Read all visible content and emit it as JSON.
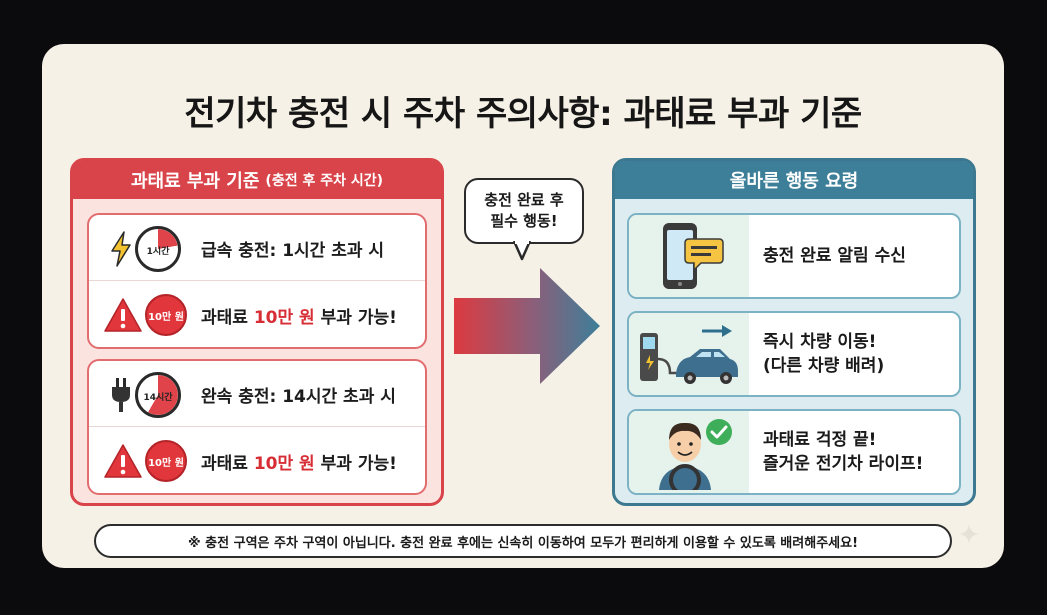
{
  "title": "전기차 충전 시 주차 주의사항: 과태료 부과 기준",
  "left_panel": {
    "header": "과태료 부과 기준",
    "header_sub": "(충전 후 주차 시간)",
    "rules": [
      {
        "icon": "lightning-icon",
        "clock_label": "1시간",
        "condition": "급속 충전: 1시간 초과 시",
        "coin_label": "10만 원",
        "fine_prefix": "과태료 ",
        "fine_amount": "10만 원",
        "fine_suffix": " 부과 가능!"
      },
      {
        "icon": "plug-icon",
        "clock_label": "14시간",
        "condition": "완속 충전: 14시간 초과 시",
        "coin_label": "10만 원",
        "fine_prefix": "과태료 ",
        "fine_amount": "10만 원",
        "fine_suffix": " 부과 가능!"
      }
    ]
  },
  "bubble": {
    "line1": "충전 완료 후",
    "line2": "필수 행동!"
  },
  "right_panel": {
    "header": "올바른 행동 요령",
    "actions": [
      {
        "icon": "smartphone-message-icon",
        "line1": "충전 완료 알림 수신",
        "line2": ""
      },
      {
        "icon": "ev-car-moving-icon",
        "line1": "즉시 차량 이동!",
        "line2": "(다른 차량 배려)"
      },
      {
        "icon": "happy-driver-icon",
        "line1": "과태료 걱정 끝!",
        "line2": "즐거운 전기차 라이프!"
      }
    ]
  },
  "note": "※ 충전 구역은 주차 구역이 아닙니다. 충전 완료 후에는 신속히 이동하여 모두가 편리하게 이용할 수 있도록 배려해주세요!",
  "colors": {
    "red_accent": "#d9444a",
    "teal_accent": "#3d7f99",
    "card_bg": "#f6f1e6"
  }
}
